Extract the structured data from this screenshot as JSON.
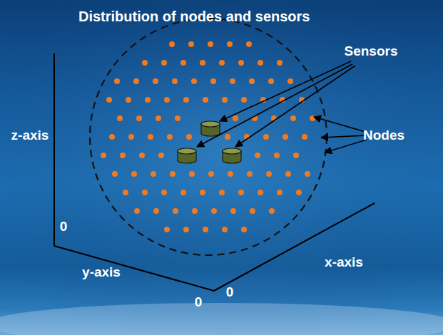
{
  "diagram": {
    "title": "Distribution of nodes and sensors",
    "labels": [
      "Sensors",
      "Nodes",
      "z-axis",
      "0",
      "y-axis",
      "0",
      "0",
      "x-axis"
    ]
  }
}
